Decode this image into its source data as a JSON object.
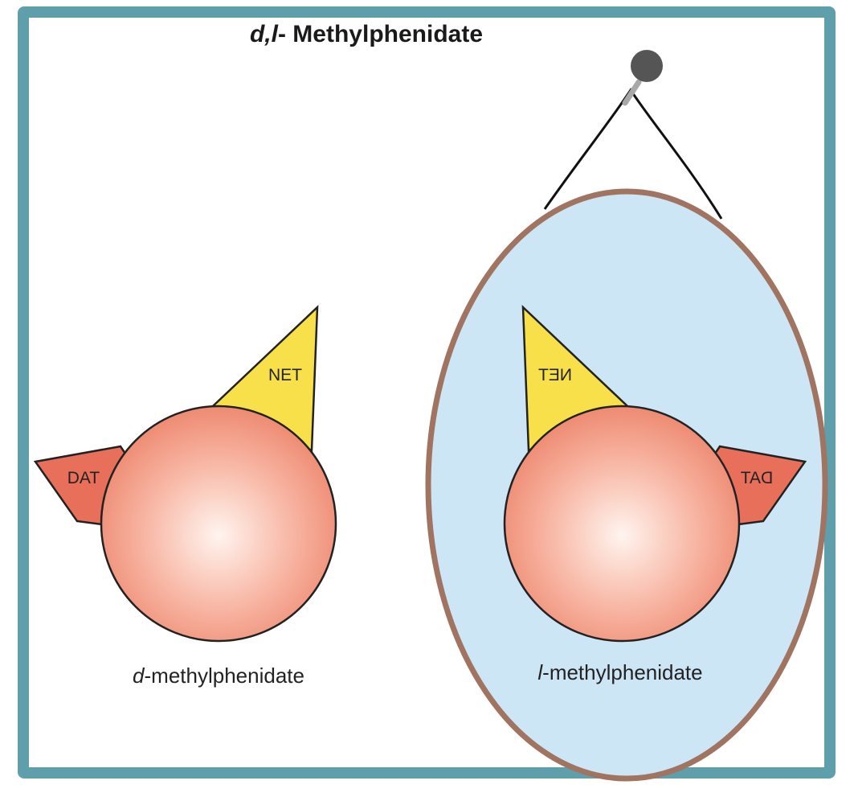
{
  "title": {
    "italic": "d,l",
    "rest": "- Methylphenidate"
  },
  "left_isomer": {
    "label_italic": "d",
    "label_rest": "-methylphenidate",
    "net_tag": "NET",
    "dat_tag": "DAT"
  },
  "right_isomer": {
    "label_italic": "l",
    "label_rest": "-methylphenidate",
    "net_tag": "NET",
    "dat_tag": "DAT"
  },
  "colors": {
    "frame": "#5e9fab",
    "sphere_center": "#fff4ef",
    "sphere_edge": "#ee8a72",
    "net_fill": "#f7e04a",
    "dat_fill": "#e8705a",
    "mirror_fill": "#cde6f5",
    "mirror_rim": "#a07460",
    "pin": "#555555"
  }
}
